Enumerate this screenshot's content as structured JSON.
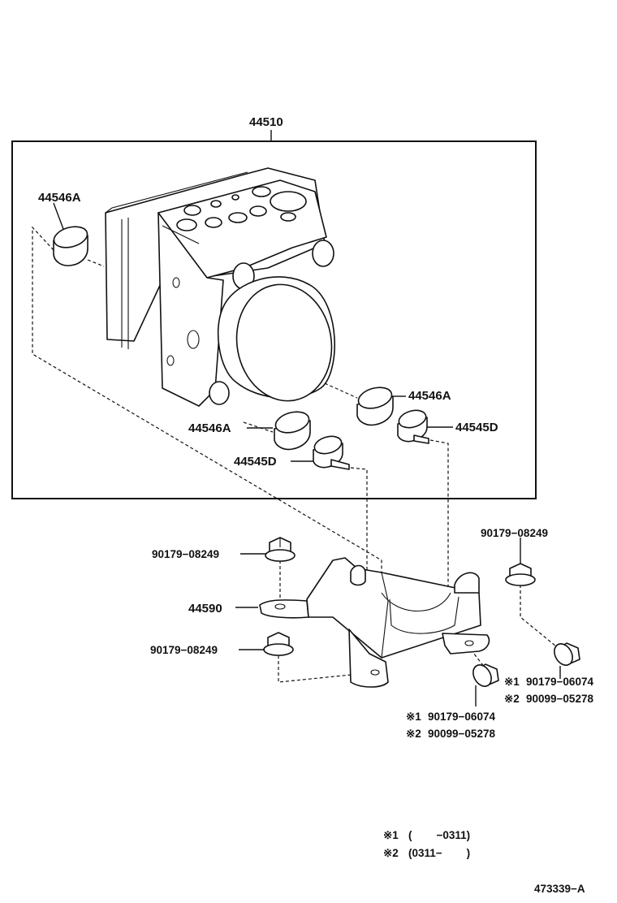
{
  "assembly": {
    "part_number": "44510"
  },
  "callouts": {
    "cushion_top_left": "44546A",
    "cushion_right": "44546A",
    "cushion_bottom_left": "44546A",
    "grommet_right": "44545D",
    "grommet_left": "44545D",
    "bolt_top_left": "90179−08249",
    "bolt_top_right": "90179−08249",
    "bracket": "44590",
    "bolt_bottom_left": "90179−08249"
  },
  "variant_callouts": {
    "right": [
      {
        "mark": "※1",
        "part": "90179−06074"
      },
      {
        "mark": "※2",
        "part": "90099−05278"
      }
    ],
    "center": [
      {
        "mark": "※1",
        "part": "90179−06074"
      },
      {
        "mark": "※2",
        "part": "90099−05278"
      }
    ]
  },
  "legend": [
    {
      "mark": "※1",
      "range": "(        −0311)"
    },
    {
      "mark": "※2",
      "range": "(0311−        )"
    }
  ],
  "figure_code": "473339−A"
}
